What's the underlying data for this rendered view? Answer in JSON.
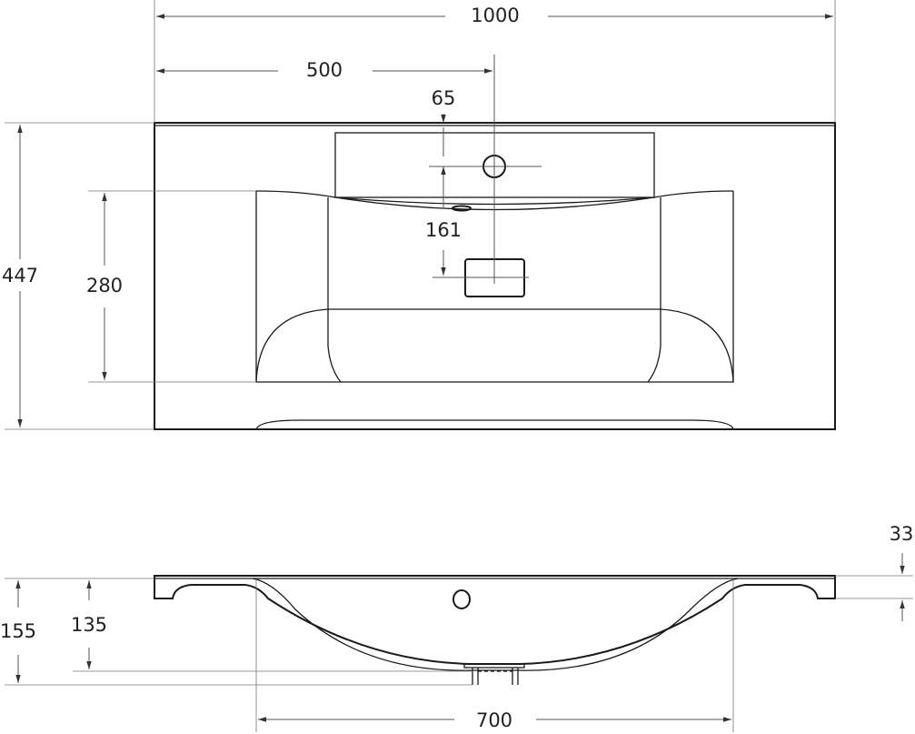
{
  "drawing": {
    "top_view": {
      "overall_width": "1000",
      "half_width": "500",
      "tap_hole_offset": "65",
      "drain_offset": "161",
      "overall_depth": "447",
      "bowl_depth": "280"
    },
    "side_view": {
      "slab_thickness": "33",
      "bowl_height": "135",
      "overall_height": "155",
      "bowl_width": "700"
    }
  }
}
